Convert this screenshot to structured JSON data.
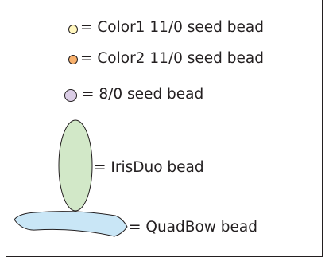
{
  "legend": {
    "items": [
      {
        "icon": "small-circle-bead-icon",
        "color": "#fff6bd",
        "label": "= Color1 11/0 seed bead"
      },
      {
        "icon": "small-circle-bead-icon",
        "color": "#f7b06c",
        "label": "= Color2 11/0 seed bead"
      },
      {
        "icon": "medium-circle-bead-icon",
        "color": "#dbcde6",
        "label": "= 8/0 seed bead"
      },
      {
        "icon": "oval-bead-icon",
        "color": "#d2e8c8",
        "label": "= IrisDuo bead"
      },
      {
        "icon": "crescent-bead-icon",
        "color": "#c9e6f6",
        "label": "= QuadBow bead"
      }
    ],
    "outline_color": "#231f20"
  }
}
